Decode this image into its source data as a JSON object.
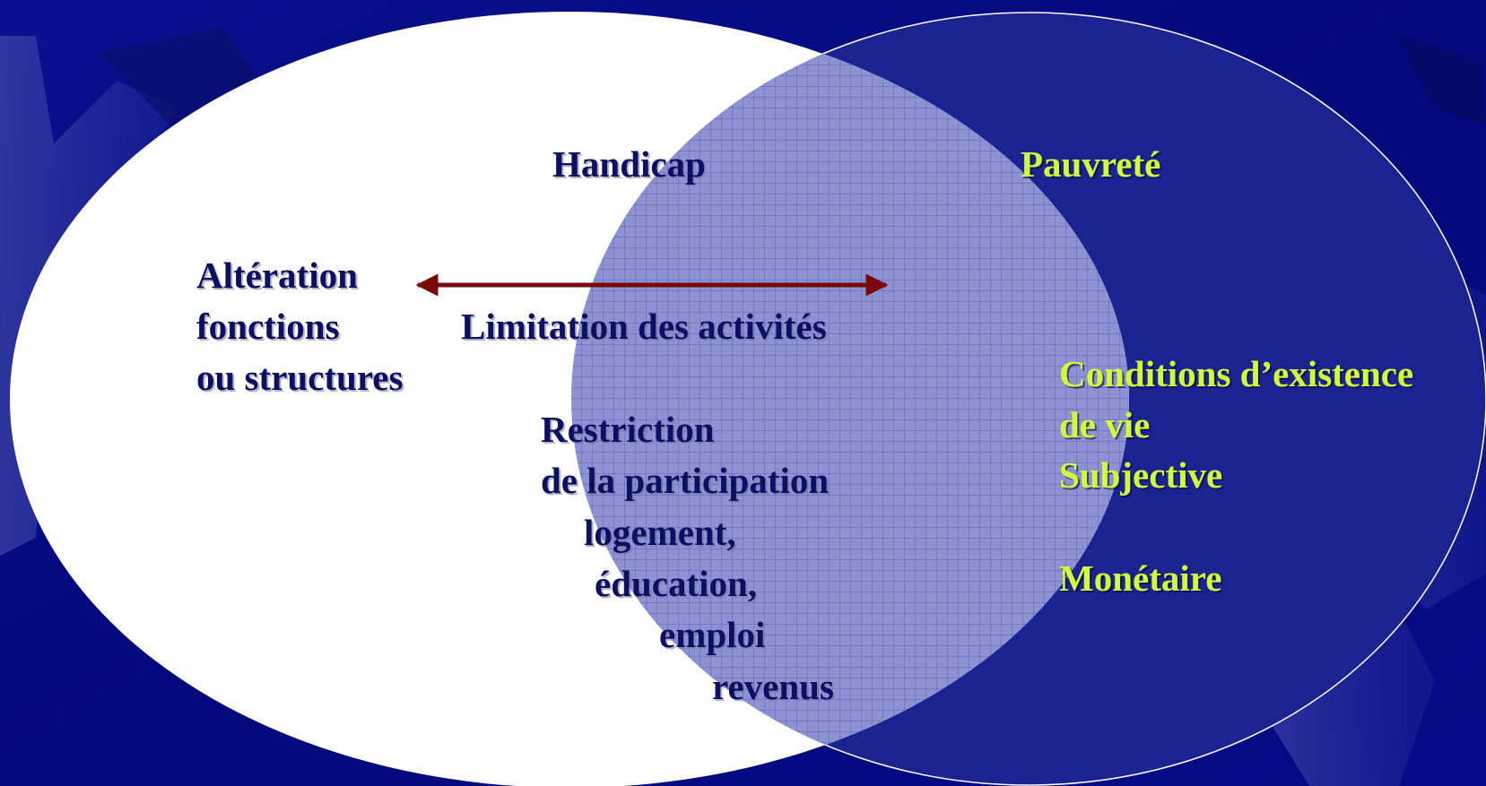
{
  "diagram": {
    "left_set": {
      "title": "Handicap",
      "impairment": [
        "Altération",
        "fonctions",
        "ou structures"
      ],
      "activity": "Limitation des activités",
      "participation": [
        "Restriction",
        "de la participation",
        "logement,",
        "éducation,",
        "emploi",
        "revenus"
      ]
    },
    "right_set": {
      "title": "Pauvreté",
      "items": [
        "Conditions d’existence",
        "de vie",
        "Subjective",
        "Monétaire"
      ]
    },
    "arrow": {
      "type": "double-headed",
      "color": "#7a0a0a"
    },
    "colors": {
      "background": "#04097e",
      "left_set_fill": "#ffffff",
      "right_set_fill": "#1a238f",
      "overlap_fill": "#8f95d3",
      "left_text": "#0c1063",
      "right_text": "#d2fa3c"
    }
  }
}
